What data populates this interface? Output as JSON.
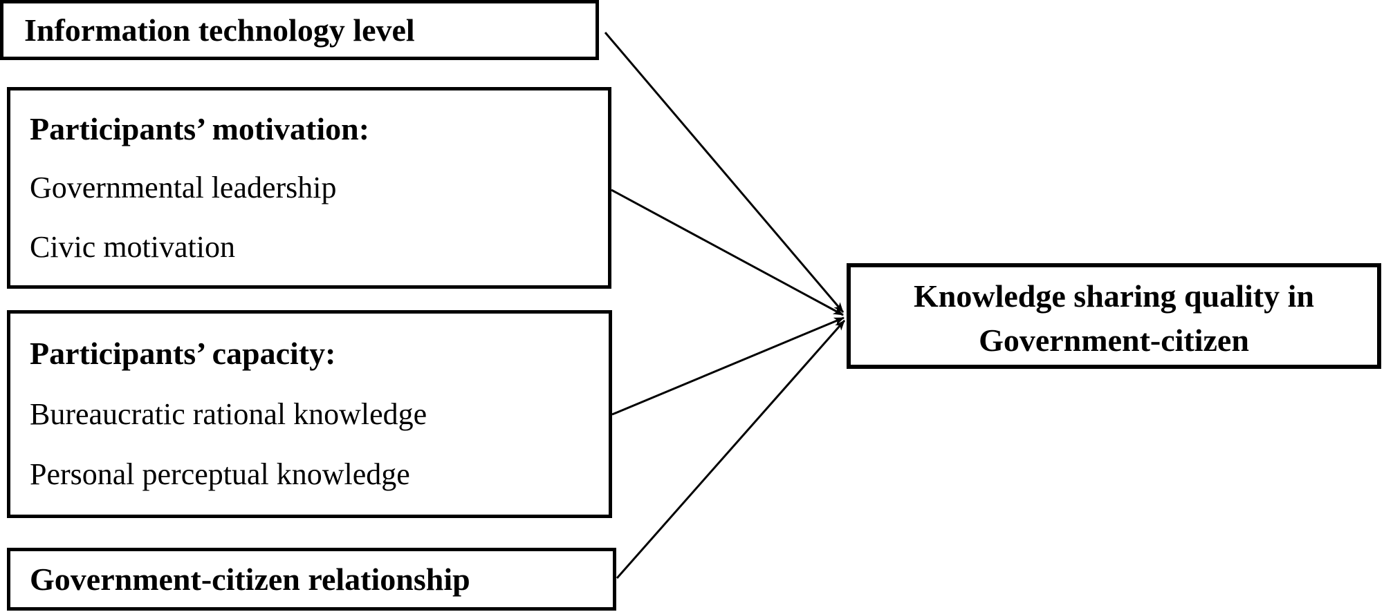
{
  "diagram": {
    "title_implied": "Conceptual model of knowledge sharing quality in government-citizen",
    "colors": {
      "background": "#ffffff",
      "box_border": "#000000",
      "text": "#000000",
      "arrow": "#000000"
    },
    "boxes": [
      {
        "id": "information-technology-level",
        "lines": [
          {
            "text": "Information technology level",
            "bold": true
          }
        ]
      },
      {
        "id": "participants-motivation",
        "lines": [
          {
            "text": "Participants’ motivation:",
            "bold": true
          },
          {
            "text": "Governmental leadership",
            "bold": false
          },
          {
            "text": "Civic motivation",
            "bold": false
          }
        ]
      },
      {
        "id": "participants-capacity",
        "lines": [
          {
            "text": "Participants’ capacity:",
            "bold": true
          },
          {
            "text": "Bureaucratic rational knowledge",
            "bold": false
          },
          {
            "text": "Personal perceptual knowledge",
            "bold": false
          }
        ]
      },
      {
        "id": "government-citizen-relationship",
        "lines": [
          {
            "text": "Government-citizen relationship",
            "bold": true
          }
        ]
      },
      {
        "id": "knowledge-sharing-quality",
        "lines": [
          {
            "text": "Knowledge sharing quality in",
            "bold": true
          },
          {
            "text": "Government-citizen",
            "bold": true
          }
        ]
      }
    ],
    "arrows": [
      {
        "from": "information-technology-level",
        "to": "knowledge-sharing-quality"
      },
      {
        "from": "participants-motivation",
        "to": "knowledge-sharing-quality"
      },
      {
        "from": "participants-capacity",
        "to": "knowledge-sharing-quality"
      },
      {
        "from": "government-citizen-relationship",
        "to": "knowledge-sharing-quality"
      }
    ]
  }
}
